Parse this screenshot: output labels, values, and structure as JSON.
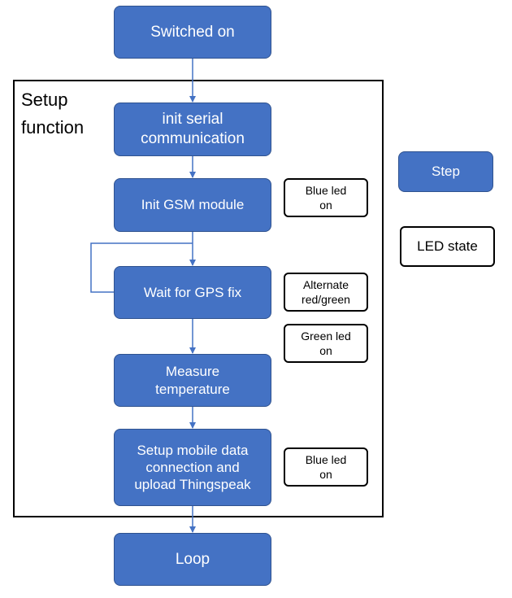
{
  "frame": {
    "label": "Setup\nfunction"
  },
  "steps": {
    "switched_on": "Switched on",
    "init_serial": "init serial\ncommunication",
    "init_gsm": "Init GSM module",
    "wait_gps": "Wait for GPS fix",
    "measure_temp": "Measure\ntemperature",
    "setup_mobile": "Setup mobile data\nconnection and\nupload Thingspeak",
    "loop": "Loop"
  },
  "led_states": {
    "gsm": "Blue led\non",
    "gps_wait": "Alternate\nred/green",
    "gps_fixed": "Green led\non",
    "upload": "Blue led\non"
  },
  "legend": {
    "step": "Step",
    "led_state": "LED state"
  },
  "colors": {
    "step_fill": "#4472c4",
    "step_border": "#2f528f",
    "arrow": "#4472c4"
  }
}
